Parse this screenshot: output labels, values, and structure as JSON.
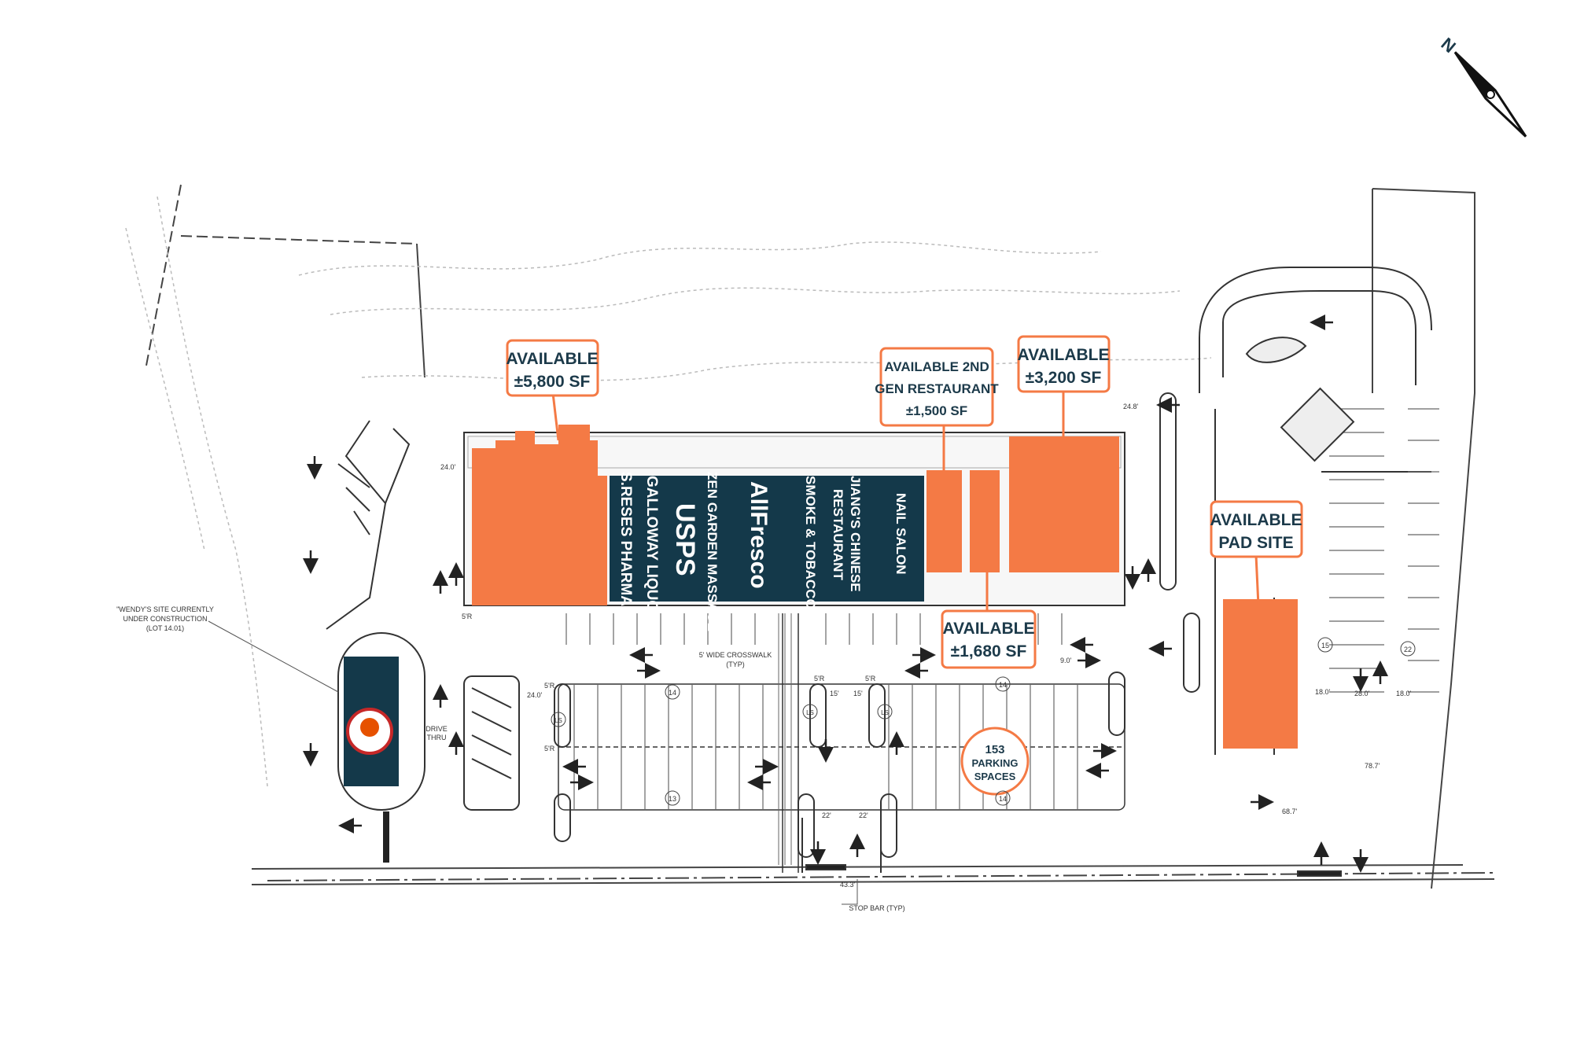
{
  "available_callouts": [
    {
      "lines": [
        "AVAILABLE",
        "±5,800 SF"
      ]
    },
    {
      "lines": [
        "AVAILABLE 2ND",
        "GEN RESTAURANT",
        "±1,500 SF"
      ]
    },
    {
      "lines": [
        "AVAILABLE",
        "±3,200 SF"
      ]
    },
    {
      "lines": [
        "AVAILABLE",
        "±1,680 SF"
      ]
    },
    {
      "lines": [
        "AVAILABLE",
        "PAD SITE"
      ]
    }
  ],
  "tenants": [
    {
      "name": "S.RESES PHARMACY"
    },
    {
      "name": "GALLOWAY LIQUORS"
    },
    {
      "name": "USPS"
    },
    {
      "name": "ZEN GARDEN MASSAGE"
    },
    {
      "name": "AllFresco"
    },
    {
      "name": "SMOKE & TOBACCO"
    },
    {
      "name": "JIANG'S CHINESE"
    },
    {
      "name": "RESTAURANT"
    },
    {
      "name": "NAIL SALON"
    }
  ],
  "parking": {
    "count": "153",
    "label1": "PARKING",
    "label2": "SPACES"
  },
  "wendys_note": {
    "line1": "\"WENDY'S SITE CURRENTLY",
    "line2": "UNDER CONSTRUCTION",
    "line3": "(LOT 14.01)"
  },
  "plan_notes": {
    "crosswalk1": "5' WIDE CROSSWALK",
    "crosswalk2": "(TYP)",
    "stopbar": "STOP BAR (TYP)",
    "drive_thru1": "DRIVE",
    "drive_thru2": "THRU",
    "north": "N",
    "dim_24": "24.0'",
    "dim_5r": "5'R",
    "dim_15": "15'",
    "dim_22": "22'",
    "dim_18": "18.0'",
    "dim_28": "28.0'",
    "dim_9": "9.0'",
    "dim_433": "43.3'",
    "dim_787": "78.7'",
    "dim_687": "68.7'",
    "dim_248": "24.8'",
    "stall_14": "14",
    "stall_13": "13",
    "stall_15": "15",
    "stall_22": "22",
    "stall_ls": "LS",
    "wendys": "WENDY'S"
  },
  "colors": {
    "available": "#f47a45",
    "tenant_block": "#14394a",
    "callout_border": "#f47a45",
    "line": "#444444"
  }
}
